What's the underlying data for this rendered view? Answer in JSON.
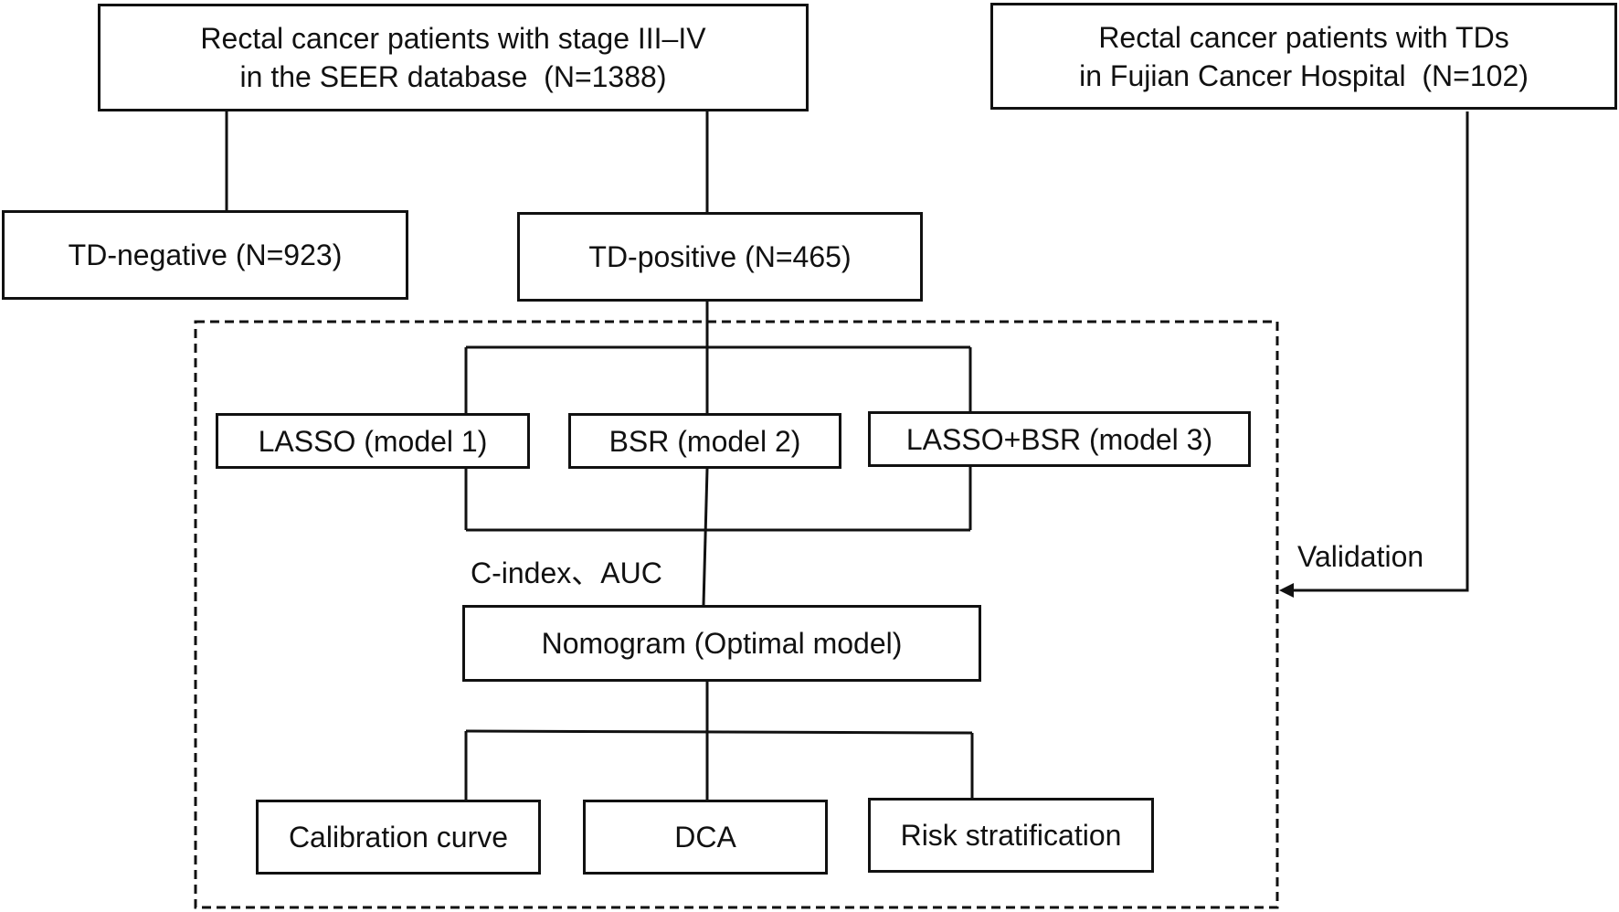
{
  "source_seer": {
    "line1": "Rectal cancer patients with stage III–IV",
    "line2": "in the SEER database  (N=1388)"
  },
  "source_fujian": {
    "line1": "Rectal cancer patients with TDs",
    "line2": "in Fujian Cancer Hospital  (N=102)"
  },
  "td_negative": "TD-negative (N=923)",
  "td_positive": "TD-positive (N=465)",
  "models": {
    "lasso": "LASSO (model 1)",
    "bsr": "BSR (model 2)",
    "lasso_bsr": "LASSO+BSR (model 3)"
  },
  "metrics_label": "C-index、AUC",
  "nomogram": "Nomogram (Optimal model)",
  "validation_label": "Validation",
  "outputs": {
    "calibration": "Calibration curve",
    "dca": "DCA",
    "risk": "Risk stratification"
  }
}
